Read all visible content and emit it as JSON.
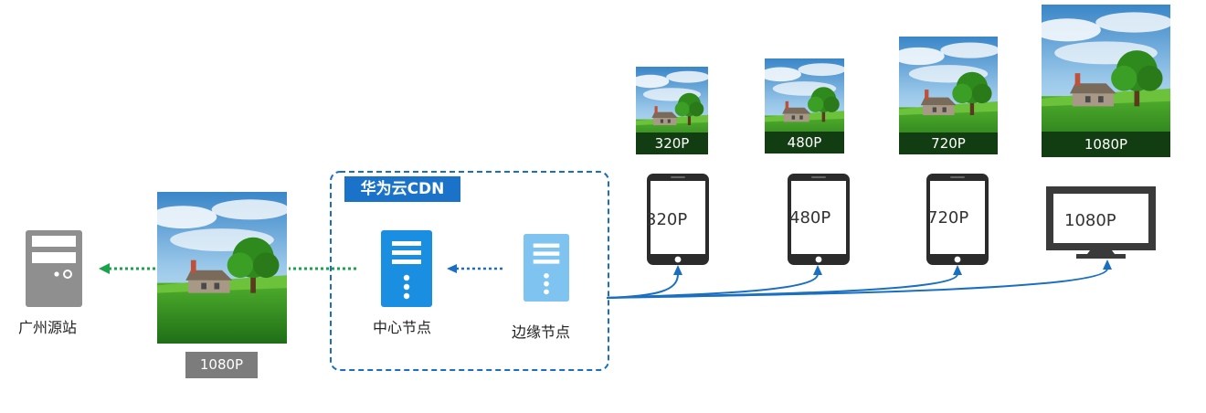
{
  "source_server": {
    "label": "广州源站"
  },
  "source_image": {
    "resolution": "1080P"
  },
  "cdn": {
    "title": "华为云CDN",
    "center_node": {
      "label": "中心节点"
    },
    "edge_node": {
      "label": "边缘节点"
    }
  },
  "outputs": [
    {
      "device": "phone",
      "resolution": "320P",
      "screen_text": "320P"
    },
    {
      "device": "phone",
      "resolution": "480P",
      "screen_text": "480P"
    },
    {
      "device": "phone",
      "resolution": "720P",
      "screen_text": "720P"
    },
    {
      "device": "monitor",
      "resolution": "1080P",
      "screen_text": "1080P"
    }
  ],
  "colors": {
    "green_arrow": "#1aa34a",
    "blue_arrow": "#1a6fc0",
    "cdn_border": "#1a6fc0",
    "center_server": "#1a8ee0",
    "edge_server": "#7fc4f0",
    "source_server": "#8f8f8f",
    "device": "#2b2b2b"
  },
  "icons": [
    "server-icon",
    "phone-icon",
    "monitor-icon",
    "landscape-image"
  ]
}
